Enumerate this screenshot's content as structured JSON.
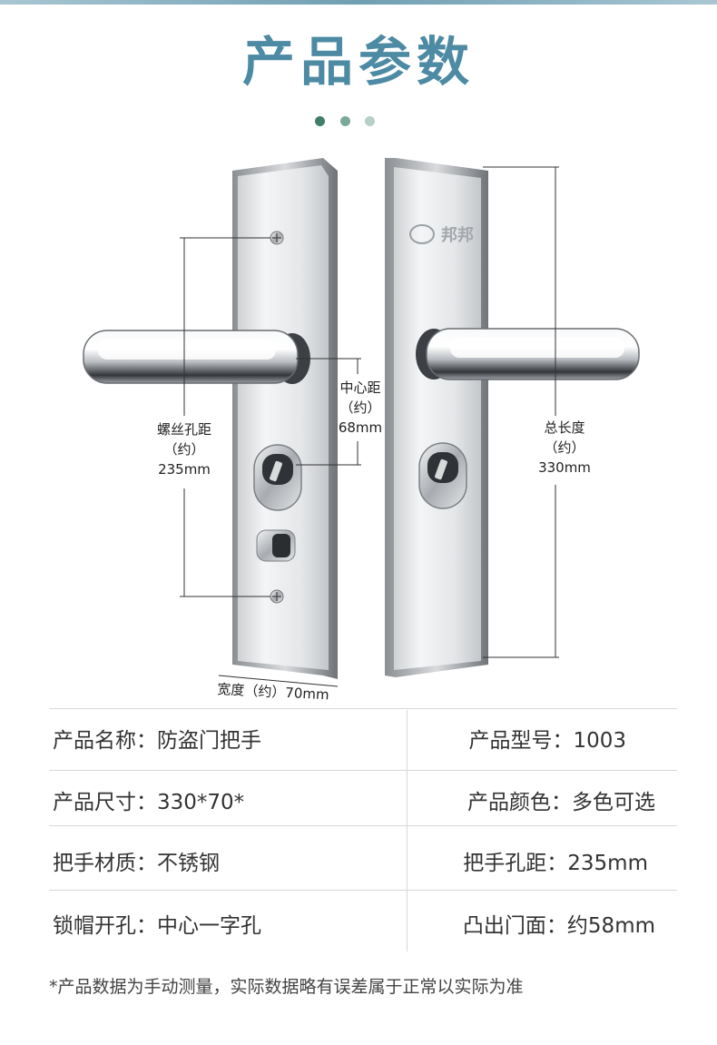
{
  "header": {
    "title": "产品参数",
    "dot_colors": [
      "#3f7f6c",
      "#7aa99b",
      "#b5d1c7"
    ]
  },
  "product_image": {
    "brand_logo_text": "邦邦",
    "dimensions": {
      "screw_hole": [
        "螺丝孔距",
        "（约）",
        "235mm"
      ],
      "center_distance": [
        "中心距",
        "（约）",
        "68mm"
      ],
      "total_length": [
        "总长度",
        "（约）",
        "330mm"
      ],
      "width": "宽度（约）70mm"
    }
  },
  "specs": {
    "rows": [
      {
        "left": "产品名称：防盗门把手",
        "right": "产品型号：1003"
      },
      {
        "left": "产品尺寸：330*70*",
        "right": "产品颜色：多色可选"
      },
      {
        "left": "把手材质：不锈钢",
        "right": "把手孔距：235mm"
      },
      {
        "left": "锁帽开孔：中心一字孔",
        "right": "凸出门面：约58mm"
      }
    ]
  },
  "footer": {
    "note": "*产品数据为手动测量，实际数据略有误差属于正常以实际为准"
  }
}
